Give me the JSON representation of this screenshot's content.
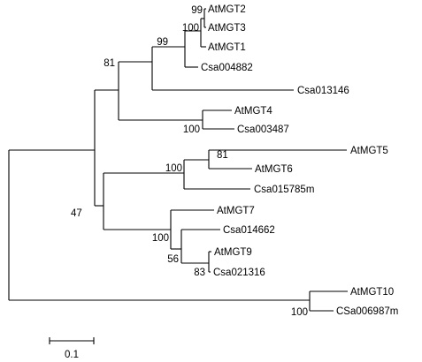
{
  "tree": {
    "tips": {
      "atmgt2": "AtMGT2",
      "atmgt3": "AtMGT3",
      "atmgt1": "AtMGT1",
      "csa004882": "Csa004882",
      "csa013146": "Csa013146",
      "atmgt4": "AtMGT4",
      "csa003487": "Csa003487",
      "atmgt5": "AtMGT5",
      "atmgt6": "AtMGT6",
      "csa015785m": "Csa015785m",
      "atmgt7": "AtMGT7",
      "csa014662": "Csa014662",
      "atmgt9": "AtMGT9",
      "csa021316": "Csa021316",
      "atmgt10": "AtMGT10",
      "csa006987m": "CSa006987m"
    },
    "bootstrap": {
      "mgt2_mgt3": "99",
      "mgt2_mgt3_mgt1": "100",
      "clade_a": "99",
      "clade_a_mgt4": "81",
      "mgt4_csa003487": "100",
      "mgt5_mgt6": "81",
      "clade_mgt5": "100",
      "root_inner": "47",
      "mgt7_clade": "100",
      "csa014662_clade": "56",
      "mgt9_csa021316": "83",
      "mgt10_csa006987m": "100"
    },
    "scale_bar": {
      "label": "0.1"
    }
  }
}
